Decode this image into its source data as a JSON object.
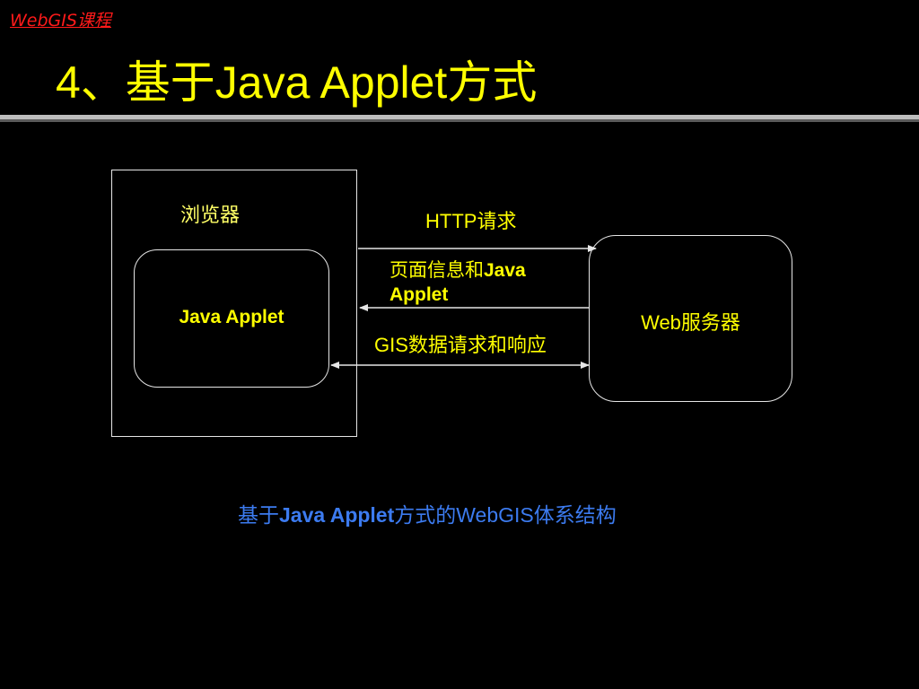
{
  "header": {
    "course_tag": "WebGIS课程",
    "title": "4、基于Java Applet方式"
  },
  "diagram": {
    "browser_label": "浏览器",
    "applet_label": "Java Applet",
    "server_label": "Web服务器",
    "arrow_http_label": "HTTP请求",
    "arrow_page_label_part1": "页面信息和",
    "arrow_page_label_bold": "Java Applet",
    "arrow_gis_label": "GIS数据请求和响应",
    "colors": {
      "background": "#000000",
      "label_text": "#ffff00",
      "course_tag": "#ff1a1a",
      "caption": "#3c7bf0",
      "lines": "#e6e6e6"
    }
  },
  "caption": {
    "prefix": "基于",
    "bold": "Java Applet",
    "suffix": "方式的WebGIS体系结构"
  }
}
